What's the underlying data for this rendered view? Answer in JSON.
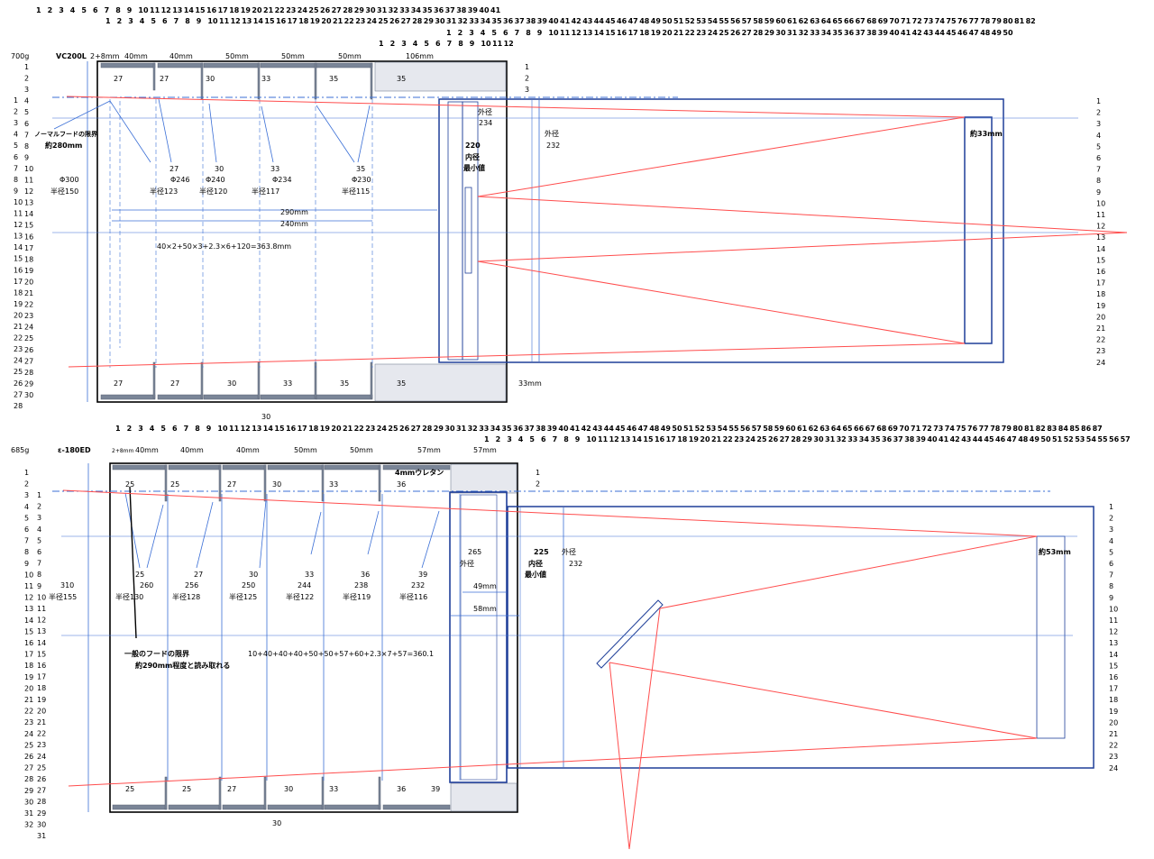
{
  "top": {
    "weight": "700g",
    "model": "VC200L",
    "ruler_row1_count": 41,
    "ruler_row2_count": 82,
    "ruler_row3_count": 50,
    "ruler_row4_count": 12,
    "left_ruler_count": 30,
    "left_ruler2_count": 28,
    "right_ruler_count": 24,
    "mini_ruler_count": 3,
    "width_labels": [
      "2+8mm",
      "40mm",
      "40mm",
      "50mm",
      "50mm",
      "50mm",
      "106mm"
    ],
    "baffle_top_nums": [
      "27",
      "27",
      "30",
      "33",
      "35",
      "35"
    ],
    "baffle_bottom_nums": [
      "27",
      "27",
      "30",
      "33",
      "35",
      "35"
    ],
    "annot_nums": [
      "27",
      "30",
      "33",
      "35"
    ],
    "phis": [
      "Φ246",
      "Φ240",
      "Φ234",
      "Φ230"
    ],
    "radii": [
      "半径123",
      "半径120",
      "半径117",
      "半径115"
    ],
    "phi_main": "Φ300",
    "radius_main": "半径150",
    "hood_limit": "ノーマルフードの限界",
    "hood_value": "約280mm",
    "dim_290": "290mm",
    "dim_240": "240mm",
    "formula": "40×2+50×3+2.3×6+120=363.8mm",
    "outer_label": "外径",
    "outer_234": "234",
    "v220": "220",
    "inner_label": "内径",
    "min_value": "最小値",
    "outer_232": "232",
    "approx33": "約33mm",
    "mm33": "33mm",
    "bottom_30": "30"
  },
  "bottom": {
    "weight": "685g",
    "model": "ε-180ED",
    "ruler_row1_count": 87,
    "ruler_row2_count": 57,
    "left_ruler_count": 32,
    "left_ruler2_count": 31,
    "right_ruler_count": 24,
    "mini_ruler_count": 2,
    "width_labels": [
      "2+8mm",
      "40mm",
      "40mm",
      "40mm",
      "50mm",
      "50mm",
      "57mm",
      "57mm"
    ],
    "urethane": "4mmウレタン",
    "baffle_top_nums": [
      "25",
      "25",
      "27",
      "30",
      "33",
      "36"
    ],
    "baffle_bottom_nums": [
      "25",
      "25",
      "27",
      "30",
      "33",
      "36",
      "39"
    ],
    "annot_nums": [
      "25",
      "27",
      "30",
      "33",
      "36",
      "39"
    ],
    "phis": [
      "260",
      "256",
      "250",
      "244",
      "238",
      "232"
    ],
    "radii": [
      "半径130",
      "半径128",
      "半径125",
      "半径122",
      "半径119",
      "半径116"
    ],
    "phi_main": "310",
    "radius_main": "半径155",
    "hood_limit": "一般のフードの限界",
    "hood_value": "約290mm程度と読み取れる",
    "formula": "10+40+40+40+50+50+57+60+2.3×7+57=360.1",
    "v265": "265",
    "outer_label": "外径",
    "dim_49": "49mm",
    "dim_58": "58mm",
    "v225": "225",
    "inner_label": "内径",
    "min_value": "最小値",
    "outer_232": "232",
    "approx53": "約53mm",
    "bottom_30": "30"
  },
  "colors": {
    "ray": "#ff4d4d",
    "guide": "#3b6fd6",
    "tube": "#1f3f99",
    "shade": "#e6e8ee",
    "baffle": "#7a8597"
  }
}
